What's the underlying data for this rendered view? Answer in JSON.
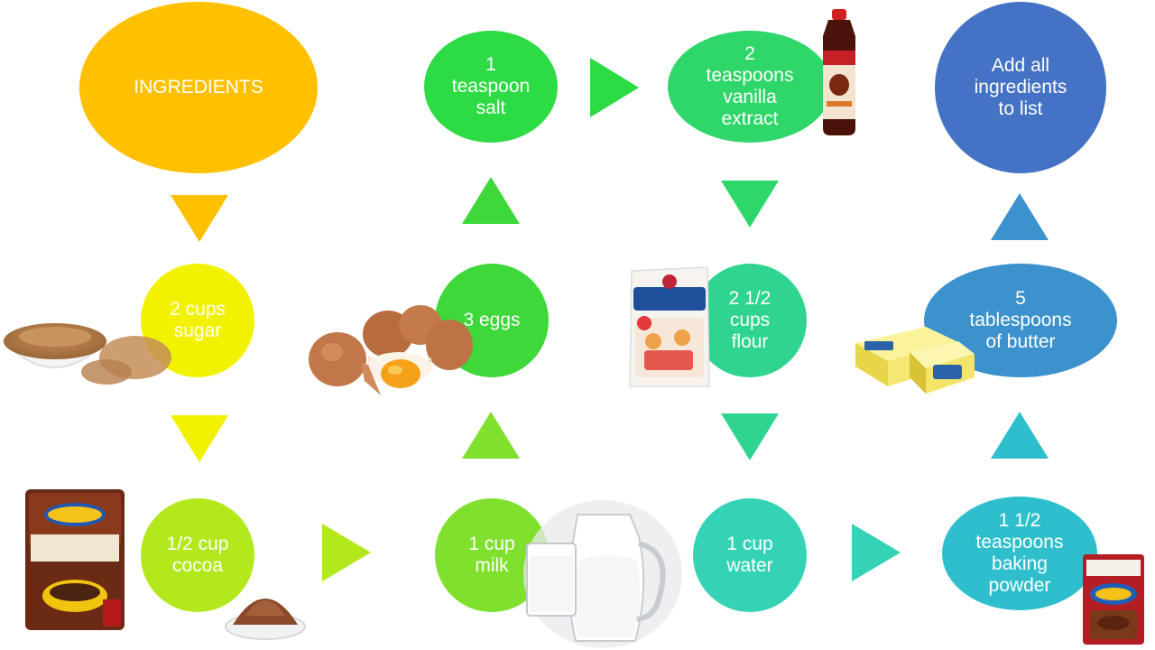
{
  "diagram": {
    "nodes": [
      {
        "id": "ingredients",
        "label": "INGREDIENTS",
        "color": "#FFC000"
      },
      {
        "id": "sugar",
        "label": "2 cups\nsugar",
        "color": "#F2F200"
      },
      {
        "id": "cocoa",
        "label": "1/2 cup\ncocoa",
        "color": "#B2E81C"
      },
      {
        "id": "milk",
        "label": "1 cup\nmilk",
        "color": "#7FE02E"
      },
      {
        "id": "eggs",
        "label": "3 eggs",
        "color": "#3FD83A"
      },
      {
        "id": "salt",
        "label": "1\nteaspoon\nsalt",
        "color": "#2DDB44"
      },
      {
        "id": "vanilla",
        "label": "2\nteaspoons\nvanilla\nextract",
        "color": "#2FD66A"
      },
      {
        "id": "flour",
        "label": "2 1/2\ncups\nflour",
        "color": "#2ED48F"
      },
      {
        "id": "water",
        "label": "1 cup\nwater",
        "color": "#35D3B5"
      },
      {
        "id": "baking_powder",
        "label": "1 1/2\nteaspoons\nbaking\npowder",
        "color": "#2FBFCC"
      },
      {
        "id": "butter",
        "label": "5\ntablespoons\nof butter",
        "color": "#3B92CC"
      },
      {
        "id": "add_all",
        "label": "Add all\ningredients\nto list",
        "color": "#4472C4"
      }
    ],
    "arrow_colors": {
      "a1": "#FFC000",
      "a2": "#F2F200",
      "a3": "#B2E81C",
      "a4": "#7FE02E",
      "a5": "#3FD83A",
      "a6": "#2DDB44",
      "a7": "#2FD66A",
      "a8": "#2ED48F",
      "a9": "#35D3B5",
      "a10": "#2FBFCC",
      "a11": "#3B92CC"
    },
    "photos": {
      "sugar_photo": "bowl-of-brown-sugar",
      "cocoa_box_photo": "cocoa-box",
      "cocoa_powder_photo": "cocoa-powder-dish",
      "eggs_photo": "eggs",
      "milk_photo": "milk-jug-and-glass",
      "vanilla_photo": "vanilla-bottle",
      "flour_photo": "flour-bag",
      "butter_photo": "butter-packages",
      "baking_powder_photo": "baking-powder-can"
    }
  }
}
